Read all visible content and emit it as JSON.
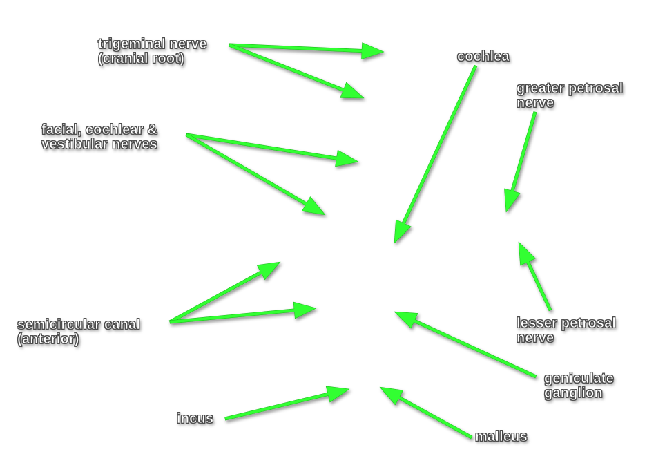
{
  "colors": {
    "arrow": "#33ff33",
    "label_fill": "#ffffff",
    "label_outline": "#555555",
    "background": "#ffffff"
  },
  "labels": {
    "trigeminal": [
      "trigeminal nerve",
      "(cranial root)"
    ],
    "facial": [
      "facial, cochlear &",
      "vestibular nerves"
    ],
    "semicircular": [
      "semicircular canal",
      "(anterior)"
    ],
    "incus": [
      "incus"
    ],
    "cochlea": [
      "cochlea"
    ],
    "greater_petrosal": [
      "greater petrosal",
      "nerve"
    ],
    "lesser_petrosal": [
      "lesser petrosal",
      "nerve"
    ],
    "geniculate": [
      "geniculate",
      "ganglion"
    ],
    "malleus": [
      "malleus"
    ]
  },
  "arrows": [
    {
      "name": "arrow-trigeminal-upper",
      "label": "trigeminal"
    },
    {
      "name": "arrow-trigeminal-lower",
      "label": "trigeminal"
    },
    {
      "name": "arrow-facial-upper",
      "label": "facial"
    },
    {
      "name": "arrow-facial-lower",
      "label": "facial"
    },
    {
      "name": "arrow-semicircular-upper",
      "label": "semicircular"
    },
    {
      "name": "arrow-semicircular-lower",
      "label": "semicircular"
    },
    {
      "name": "arrow-incus",
      "label": "incus"
    },
    {
      "name": "arrow-cochlea",
      "label": "cochlea"
    },
    {
      "name": "arrow-greater-petrosal",
      "label": "greater_petrosal"
    },
    {
      "name": "arrow-lesser-petrosal",
      "label": "lesser_petrosal"
    },
    {
      "name": "arrow-geniculate",
      "label": "geniculate"
    },
    {
      "name": "arrow-malleus",
      "label": "malleus"
    }
  ]
}
